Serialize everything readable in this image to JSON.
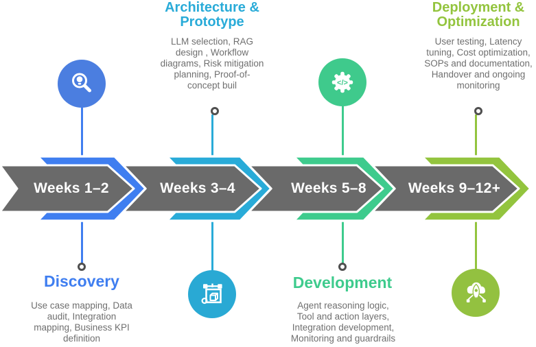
{
  "colors": {
    "background": "#ffffff",
    "band": "#6a6a6a",
    "body_text": "#6f6f6f",
    "dot": "#4f4f4f",
    "weeks_label_text": "#ffffff"
  },
  "phases": [
    {
      "weeks": "Weeks 1–2",
      "title": "Discovery",
      "description": "Use case mapping, Data\naudit, Integration\nmapping, Business KPI\ndefinition",
      "color": "#3f7ef0",
      "circle_color": "#4b7ee0",
      "icon": "magnifier-bulb-icon",
      "detail_position": "bottom"
    },
    {
      "weeks": "Weeks 3–4",
      "title": "Architecture &\nPrototype",
      "description": "LLM selection, RAG\ndesign , Workflow\ndiagrams, Risk mitigation\nplanning, Proof-of-\nconcept buil",
      "color": "#29abd8",
      "circle_color": "#29a9d4",
      "icon": "blueprint-icon",
      "detail_position": "top"
    },
    {
      "weeks": "Weeks 5–8",
      "title": "Development",
      "description": "Agent reasoning logic,\nTool and action layers,\nIntegration development,\nMonitoring and guardrails",
      "color": "#3ecb8d",
      "circle_color": "#3fca8c",
      "icon": "gear-code-icon",
      "icon_glyph": "</>",
      "detail_position": "bottom"
    },
    {
      "weeks": "Weeks 9–12+",
      "title": "Deployment &\nOptimization",
      "description": "User testing, Latency\ntuning, Cost optimization,\nSOPs and documentation,\nHandover and ongoing\nmonitoring",
      "color": "#93c43e",
      "circle_color": "#93c140",
      "icon": "cloud-rocket-icon",
      "detail_position": "top"
    }
  ]
}
